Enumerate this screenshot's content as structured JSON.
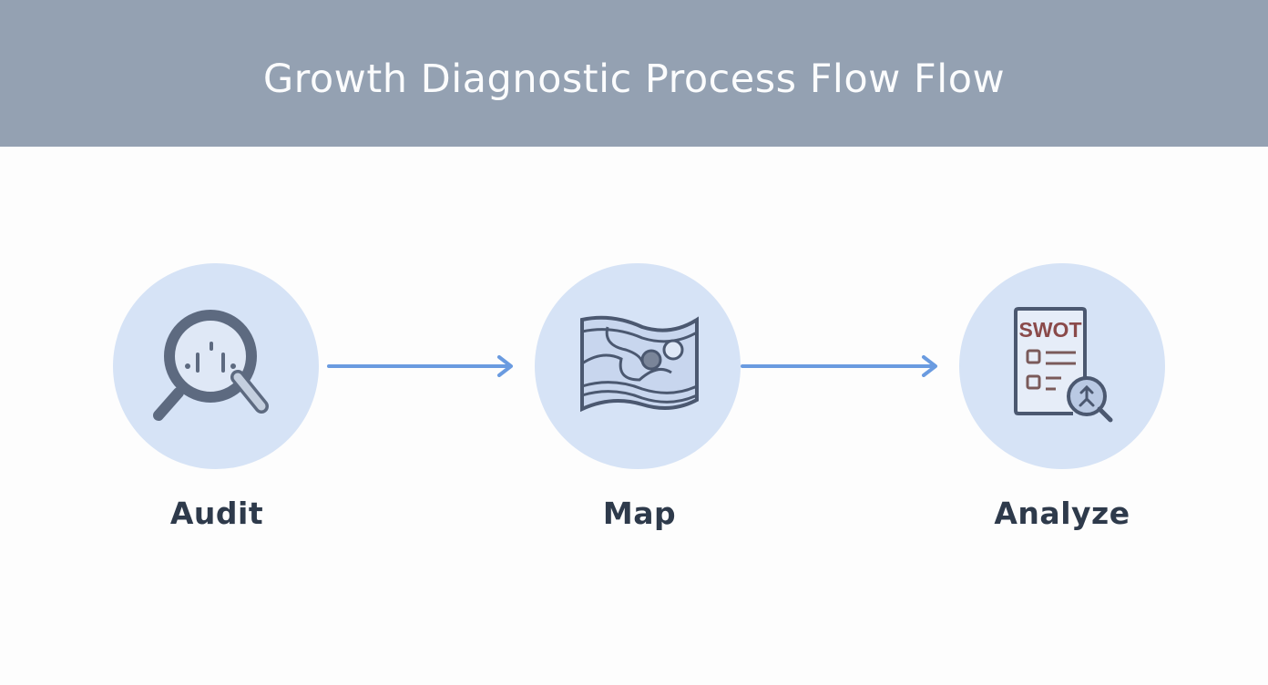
{
  "header": {
    "title": "Growth Diagnostic Process Flow Flow"
  },
  "steps": [
    {
      "label": "Audit",
      "icon": "magnifier-audit-icon"
    },
    {
      "label": "Map",
      "icon": "map-icon"
    },
    {
      "label": "Analyze",
      "icon": "swot-analysis-icon",
      "icon_text": "SWOT"
    }
  ],
  "colors": {
    "header": "#94a1b2",
    "circle": "#d6e3f6",
    "arrow": "#6a9be0",
    "icon": "#5d6a80",
    "swot": "#8a4a4a"
  }
}
